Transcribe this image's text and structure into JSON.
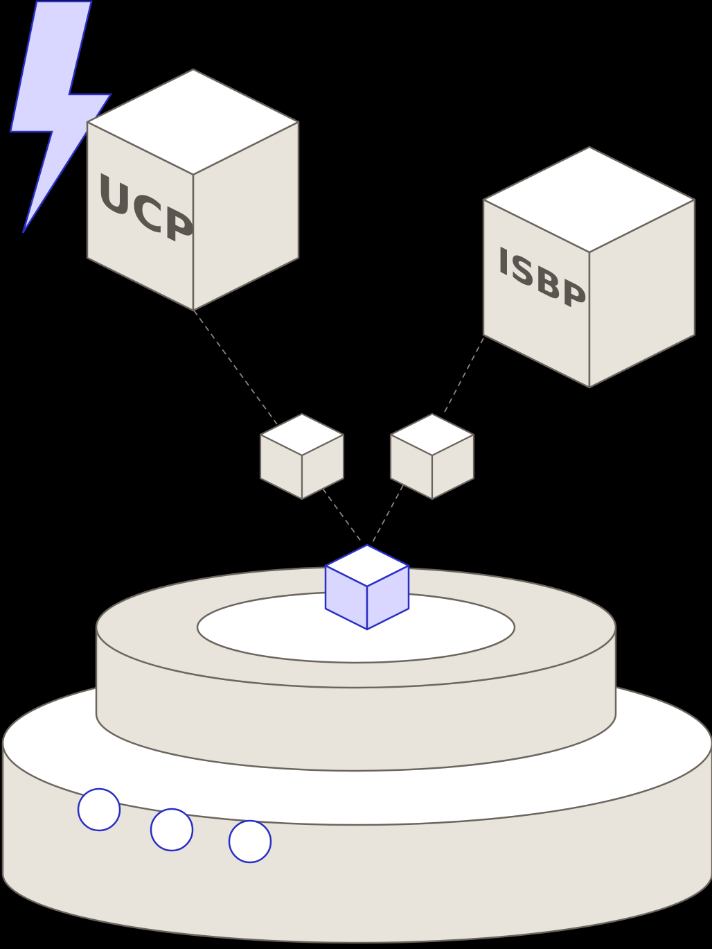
{
  "colors": {
    "background": "#000000",
    "stroke": "#6b655e",
    "face_top": "#ffffff",
    "face_side": "#e8e4dc",
    "accent_stroke": "#2a2fc4",
    "accent_fill": "#d9d7ff",
    "connector": "#8a857e"
  },
  "labels": {
    "cube_left": "UCP",
    "cube_right": "ISBP"
  },
  "icons": {
    "lightning": "lightning-bolt-icon",
    "indicators": [
      "indicator-light",
      "indicator-light",
      "indicator-light"
    ]
  }
}
